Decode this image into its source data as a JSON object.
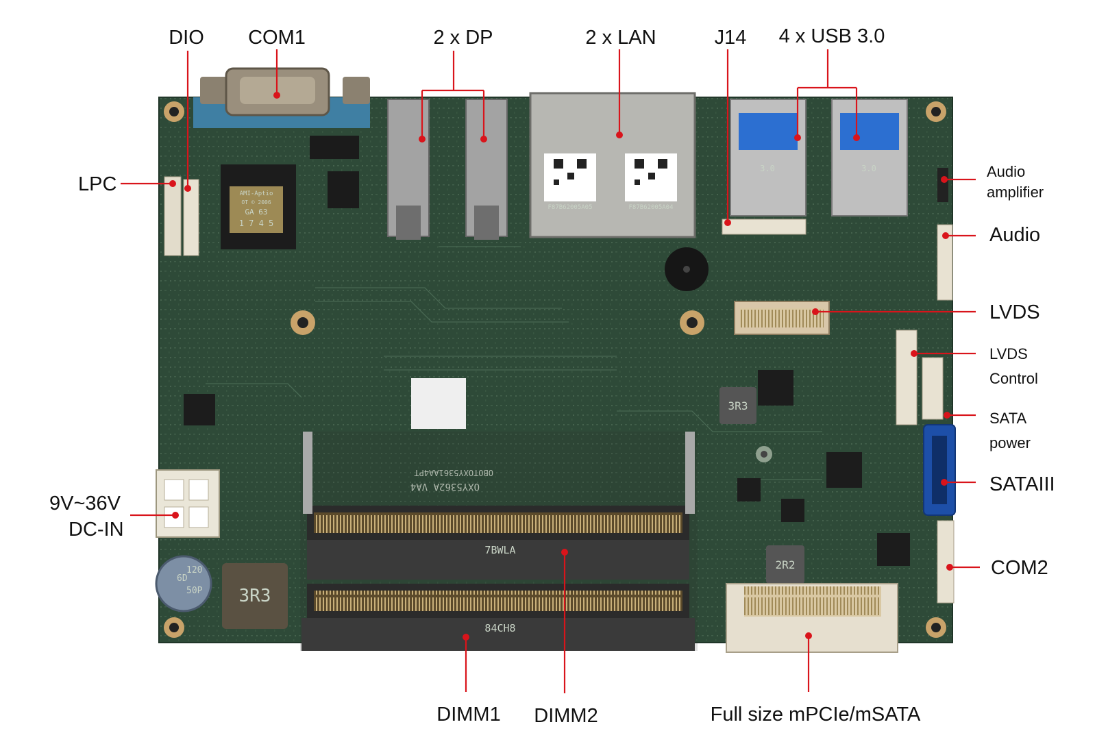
{
  "labels": {
    "dio": "DIO",
    "com1": "COM1",
    "dp": "2 x DP",
    "lan": "2 x  LAN",
    "j14": "J14",
    "usb": "4 x USB 3.0",
    "lpc": "LPC",
    "audio_amp_1": "Audio",
    "audio_amp_2": "amplifier",
    "audio": "Audio",
    "lvds": "LVDS",
    "lvds_ctrl_1": "LVDS",
    "lvds_ctrl_2": "Control",
    "sata_power_1": "SATA",
    "sata_power_2": "power",
    "sataiii": "SATAIII",
    "dcin_1": "9V~36V",
    "dcin_2": "DC-IN",
    "com2": "COM2",
    "dimm1": "DIMM1",
    "dimm2": "DIMM2",
    "mpcie": "Full size mPCIe/mSATA"
  },
  "board_markings": {
    "bios_chip": "AMI-Aptio",
    "bios_line2": "OT © 2006",
    "bios_line3": "GA 63",
    "bios_line4": "1 7 4 5",
    "lan_qr_1": "F87B62005A05",
    "lan_qr_2": "F87B62005A04",
    "inductor_1": "3R3",
    "inductor_2": "3R3",
    "inductor_3": "2R2",
    "dimm_mark_1": "7BWLA",
    "dimm_mark_2": "84CH8",
    "board_id_1": "OXY5362A VA4",
    "board_id_2": "OBOTOXY5361AA4PT",
    "usb_mark": "3.0",
    "cap_1": "6D",
    "cap_2": "120",
    "cap_3": "50P"
  },
  "colors": {
    "pcb": "#2f4a38",
    "leader": "#d9141b",
    "sata_blue": "#1d4fa8",
    "usb_blue": "#2c6fd1",
    "com_blue": "#3f7fa3"
  }
}
